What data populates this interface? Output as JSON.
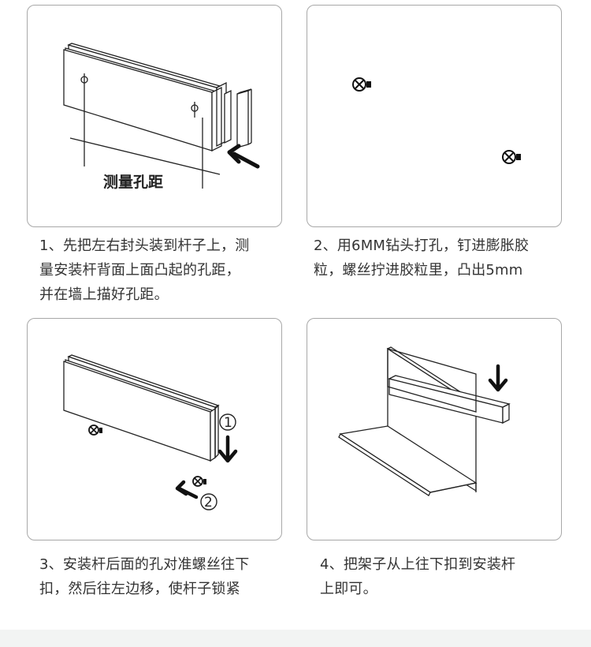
{
  "steps": [
    {
      "caption_lines": [
        "1、先把左右封头装到杆子上，测",
        "量安装杆背面上面凸起的孔距，",
        "并在墙上描好孔距。"
      ],
      "diagram_label": "测量孔距"
    },
    {
      "caption_lines": [
        "2、用6MM钻头打孔，钉进膨胀胶",
        "粒，螺丝拧进胶粒里，凸出5mm"
      ]
    },
    {
      "caption_lines": [
        "3、安装杆后面的孔对准螺丝往下",
        "扣，然后往左边移，使杆子锁紧"
      ],
      "markers": [
        "①",
        "②"
      ]
    },
    {
      "caption_lines": [
        "4、把架子从上往下扣到安装杆",
        "上即可。"
      ]
    }
  ]
}
